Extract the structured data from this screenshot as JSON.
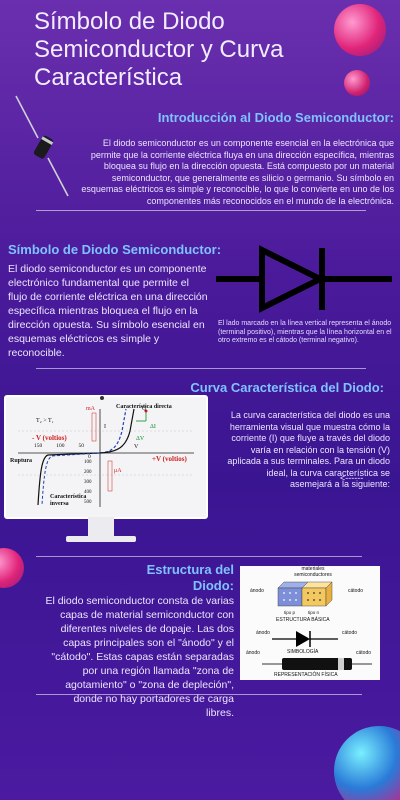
{
  "title": "Símbolo de Diodo Semiconductor y Curva Característica",
  "sections": {
    "intro": {
      "heading": "Introducción al Diodo Semiconductor:",
      "body": "El diodo semiconductor es un componente esencial en la electrónica que permite que la corriente eléctrica fluya en una dirección específica, mientras bloquea su flujo en la dirección opuesta. Está compuesto por un material semiconductor, que generalmente es silicio o germanio. Su símbolo en esquemas eléctricos es simple y reconocible, lo que lo convierte en uno de los componentes más reconocidos en el mundo de la electrónica."
    },
    "symbol": {
      "heading": "Símbolo de Diodo Semiconductor:",
      "body": "El diodo semiconductor es un componente electrónico fundamental que permite el flujo de corriente eléctrica en una dirección específica mientras bloquea el flujo en la dirección opuesta. Su símbolo esencial en esquemas eléctricos es simple y reconocible.",
      "caption": "El lado marcado en la línea vertical representa el ánodo (terminal positivo), mientras que la línea horizontal en el otro extremo es el cátodo (terminal negativo)."
    },
    "curve": {
      "heading": "Curva Característica del Diodo:",
      "body": "La curva característica del diodo es una herramienta visual que muestra cómo la corriente (I) que fluye a través del diodo varía en relación con la tensión (V) aplicada a sus terminales. Para un diodo ideal, la curva característica se asemejará a la siguiente:",
      "arrow": "<------",
      "graph": {
        "label_direct": "Característica directa",
        "label_inverse": "Característica inversa",
        "label_rupture": "Ruptura",
        "label_v_neg": "- V (voltios)",
        "label_v_pos": "+V (voltios)",
        "label_t": "T₂ > T₁",
        "label_di": "ΔI",
        "label_dv": "ΔV",
        "label_ma": "mA",
        "label_ua": "μA",
        "label_i": "I",
        "label_v": "V",
        "label_q": "Q",
        "label_0": "0",
        "x_ticks": [
          "150",
          "100",
          "50"
        ],
        "y_ticks": [
          "100",
          "200",
          "300",
          "400",
          "500"
        ]
      }
    },
    "structure": {
      "heading_line1": "Estructura del",
      "heading_line2": "Diodo:",
      "body": "El diodo semiconductor consta de varias capas de material semiconductor con diferentes niveles de dopaje. Las dos capas principales son el \"ánodo\" y el \"cátodo\". Estas capas están separadas por una región llamada \"zona de agotamiento\" o \"zona de depleción\", donde no hay portadores de carga libres.",
      "diagram": {
        "materials": "materiales semiconductores",
        "anodo": "ánodo",
        "catodo": "cátodo",
        "tipo_p": "tipo p",
        "tipo_n": "tipo n",
        "estructura": "ESTRUCTURA BÁSICA",
        "simbologia": "SIMBOLOGÍA",
        "representacion": "REPRESENTACIÓN FÍSICA"
      }
    }
  },
  "colors": {
    "heading": "#7ec3ff",
    "accent_pink": "#ff3d9a",
    "background": "#4a1a9a"
  }
}
